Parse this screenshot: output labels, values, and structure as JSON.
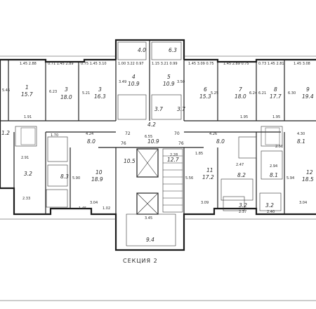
{
  "section_label": "СЕКЦИЯ 2",
  "rooms": [
    {
      "id": "r1",
      "num": "1",
      "area": "15.7",
      "side_dim": "5.45",
      "top_dims": "1.45  2.88"
    },
    {
      "id": "r2",
      "num": "2",
      "area": "18.0",
      "side_dim": "6.23",
      "top_dims": "0.71 1.45  2.89"
    },
    {
      "id": "r3",
      "num": "3",
      "area": "16.3",
      "side_dim": "5.21",
      "top_dims": "0.75 1.45  3.10"
    },
    {
      "id": "r4",
      "num": "4",
      "area": "10.9",
      "side_dim": "3.49",
      "top_dims": "1.00  3.22  0.97"
    },
    {
      "id": "r5",
      "num": "5",
      "area": "10.9",
      "side_dim": "3.50",
      "top_dims": "1.15  3.21  0.99"
    },
    {
      "id": "r6",
      "num": "6",
      "area": "15.3",
      "side_dim": "5.25",
      "top_dims": "1.45  3.09  0.75"
    },
    {
      "id": "r7",
      "num": "7",
      "area": "18.0",
      "side_dim": "6.24",
      "top_dims": "1.45  2.89  0.75"
    },
    {
      "id": "r8",
      "num": "8",
      "area": "17.7",
      "side_dim": "6.21",
      "top_dims": "0.73 1.45  2.81"
    },
    {
      "id": "r9",
      "num": "9",
      "area": "19.4",
      "side_dim": "6.30",
      "top_dims": "1.45  3.08"
    },
    {
      "id": "r10",
      "num": "10",
      "area": "18.9",
      "side_dim": "5.90",
      "top_dims": "3.04"
    },
    {
      "id": "r11",
      "num": "11",
      "area": "17.2",
      "side_dim": "5.56",
      "top_dims": "3.09"
    },
    {
      "id": "r12",
      "num": "12",
      "area": "18.5",
      "side_dim": "5.94",
      "top_dims": "3.04"
    }
  ],
  "small_labels": [
    {
      "id": "s1",
      "text": "8.0"
    },
    {
      "id": "s2",
      "text": "8.0"
    },
    {
      "id": "s3",
      "text": "8.1"
    },
    {
      "id": "s4",
      "text": "8.3"
    },
    {
      "id": "s5",
      "text": "8.2"
    },
    {
      "id": "s6",
      "text": "8.1"
    },
    {
      "id": "s7",
      "text": "3.7"
    },
    {
      "id": "s8",
      "text": "3.7"
    },
    {
      "id": "s9",
      "text": "3.2"
    },
    {
      "id": "s10",
      "text": "3.2"
    },
    {
      "id": "s11",
      "text": "3.2"
    },
    {
      "id": "s12",
      "text": "1.2"
    },
    {
      "id": "s13",
      "text": "10.5"
    },
    {
      "id": "s14",
      "text": "12.7"
    },
    {
      "id": "s15",
      "text": "4.2"
    },
    {
      "id": "s16",
      "text": "4.0"
    },
    {
      "id": "s17",
      "text": "6.3"
    },
    {
      "id": "s18",
      "text": "9.4"
    },
    {
      "id": "s19",
      "text": "10.9"
    },
    {
      "id": "s20",
      "text": "2.91"
    },
    {
      "id": "s21",
      "text": "2.33"
    },
    {
      "id": "s22",
      "text": "2.94"
    },
    {
      "id": "s23",
      "text": "2.51"
    },
    {
      "id": "s24",
      "text": "2.47"
    },
    {
      "id": "s25",
      "text": "1.91"
    },
    {
      "id": "s26",
      "text": "1.95"
    },
    {
      "id": "s27",
      "text": "1.95"
    },
    {
      "id": "s28",
      "text": "4.24"
    },
    {
      "id": "s29",
      "text": "4.26"
    },
    {
      "id": "s30",
      "text": "4.30"
    },
    {
      "id": "s31",
      "text": "6.55"
    },
    {
      "id": "s32",
      "text": "2.28"
    },
    {
      "id": "s33",
      "text": "3.45"
    },
    {
      "id": "s34",
      "text": "1.70"
    },
    {
      "id": "s35",
      "text": "1.45"
    },
    {
      "id": "s36",
      "text": "1.02"
    },
    {
      "id": "s37",
      "text": "2.37"
    },
    {
      "id": "s38",
      "text": "2.40"
    },
    {
      "id": "s39",
      "text": "1.85"
    }
  ],
  "red_marks": [
    {
      "id": "m1",
      "text": "72"
    },
    {
      "id": "m2",
      "text": "76"
    },
    {
      "id": "m3",
      "text": "70"
    },
    {
      "id": "m4",
      "text": "76"
    }
  ]
}
